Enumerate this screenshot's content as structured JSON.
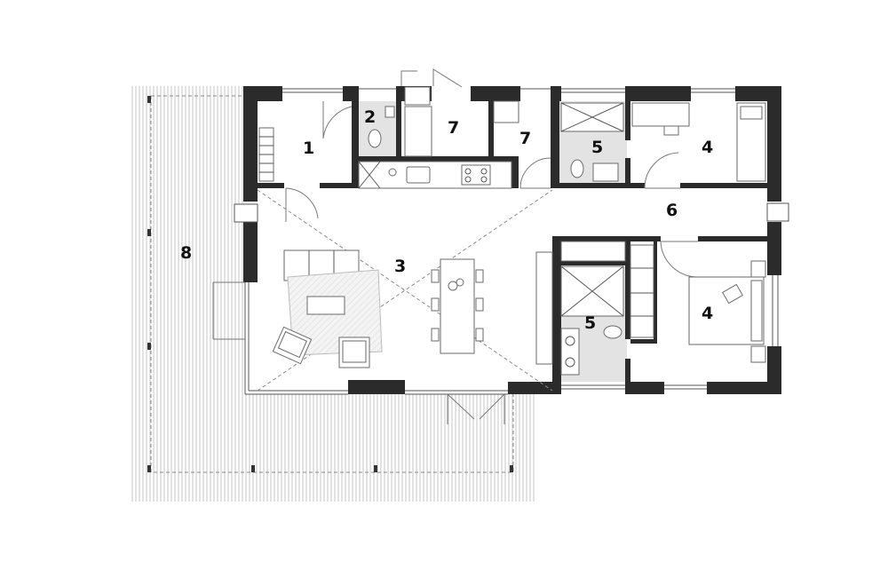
{
  "rooms": [
    {
      "id": "entrance",
      "label": "1"
    },
    {
      "id": "wc",
      "label": "2"
    },
    {
      "id": "living",
      "label": "3"
    },
    {
      "id": "bedroom-top",
      "label": "4"
    },
    {
      "id": "bedroom-bottom",
      "label": "4"
    },
    {
      "id": "bathroom-top",
      "label": "5"
    },
    {
      "id": "bathroom-bottom",
      "label": "5"
    },
    {
      "id": "corridor",
      "label": "6"
    },
    {
      "id": "utility-left",
      "label": "7"
    },
    {
      "id": "utility-right",
      "label": "7"
    },
    {
      "id": "terrace",
      "label": "8"
    }
  ],
  "colors": {
    "wall": "#2b2b2b",
    "wet_floor": "#e3e3e3",
    "deck_stripe": "#c4c4c4",
    "label": "#111111"
  },
  "icons": [
    "door-swing-icon",
    "shower-tray-icon",
    "toilet-icon",
    "sink-icon",
    "stove-icon",
    "bed-icon",
    "sofa-icon",
    "armchair-icon",
    "dining-table-icon"
  ]
}
